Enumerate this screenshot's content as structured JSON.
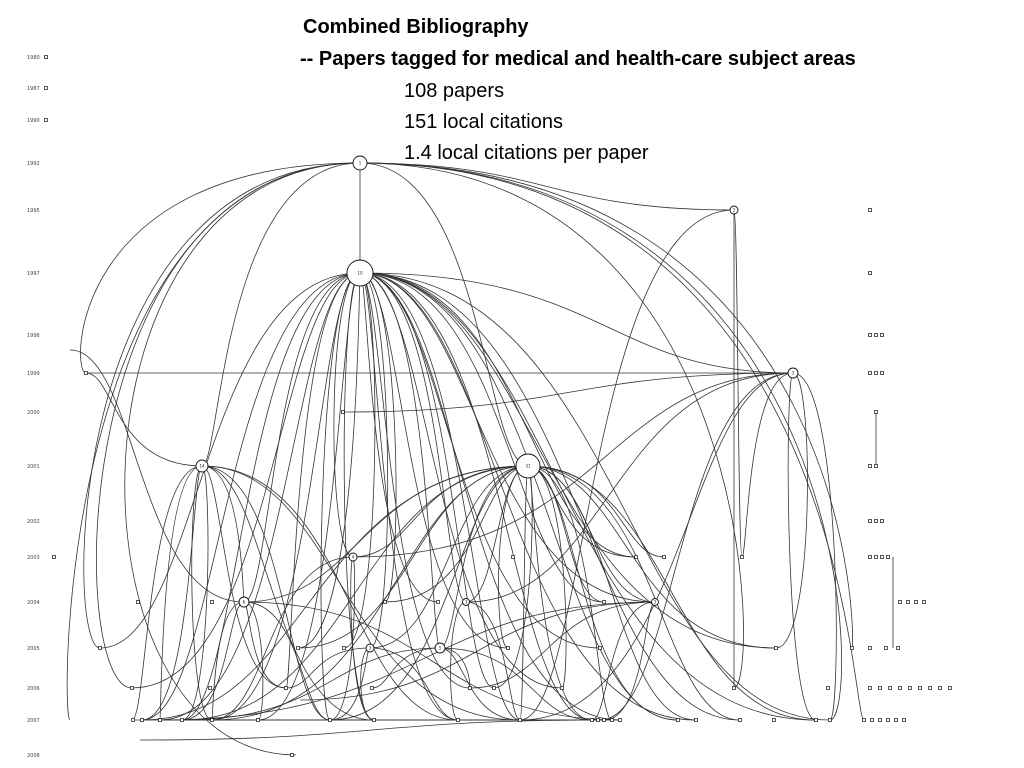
{
  "header": {
    "title": "Combined Bibliography",
    "subtitle": "-- Papers tagged for medical and health-care subject areas",
    "stats": [
      "108 papers",
      "151 local citations",
      "1.4 local citations per paper"
    ]
  },
  "years": [
    "1980",
    "1987",
    "1990",
    "1992",
    "1995",
    "1997",
    "1998",
    "1999",
    "2000",
    "2001",
    "2002",
    "2003",
    "2004",
    "2005",
    "2006",
    "2007",
    "2008"
  ],
  "nodes": [
    {
      "id": "n1",
      "year": "1992",
      "label": "1"
    },
    {
      "id": "n2",
      "year": "1995",
      "label": "2"
    },
    {
      "id": "n3",
      "year": "1997",
      "label": "10"
    },
    {
      "id": "n4",
      "year": "1999",
      "label": "3"
    },
    {
      "id": "n5",
      "year": "2001",
      "label": "14"
    },
    {
      "id": "n6",
      "year": "2001",
      "label": "31"
    },
    {
      "id": "n7",
      "year": "2003",
      "label": "4"
    },
    {
      "id": "n8",
      "year": "2004",
      "label": "6"
    },
    {
      "id": "n9",
      "year": "2004",
      "label": "3"
    },
    {
      "id": "n10",
      "year": "2004",
      "label": "3"
    },
    {
      "id": "n11",
      "year": "2005",
      "label": "3"
    },
    {
      "id": "n12",
      "year": "2005",
      "label": "5"
    }
  ]
}
